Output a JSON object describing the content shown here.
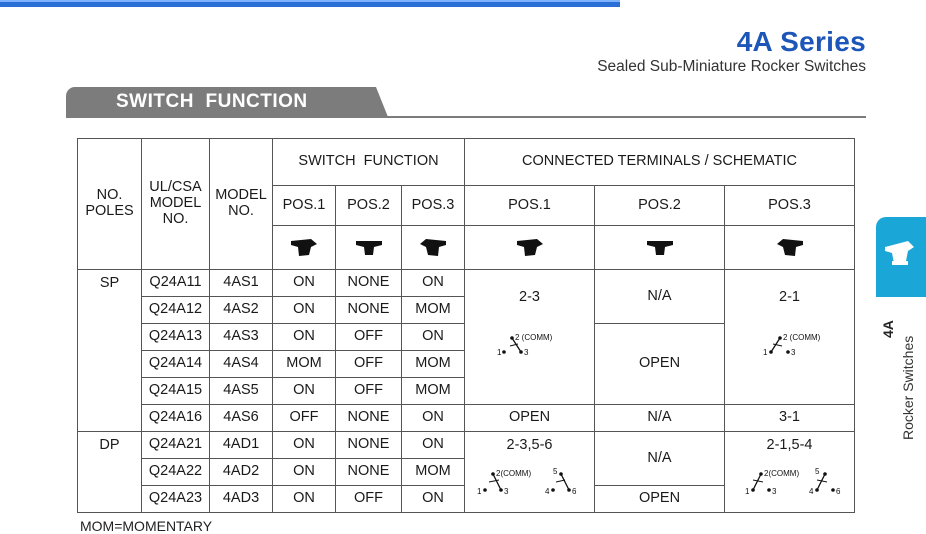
{
  "header": {
    "series_title": "4A Series",
    "subtitle": "Sealed Sub-Miniature Rocker Switches",
    "section_title": "SWITCH  FUNCTION"
  },
  "side_tab": {
    "label_bold": "4A",
    "label": "Rocker Switches",
    "icon": "rocker-switch-icon"
  },
  "table": {
    "head": {
      "no_poles": [
        "NO.",
        "POLES"
      ],
      "ul_csa": [
        "UL/CSA",
        "MODEL",
        "NO."
      ],
      "model": [
        "MODEL",
        "NO."
      ],
      "switch_function": "SWITCH  FUNCTION",
      "connected": "CONNECTED TERMINALS / SCHEMATIC",
      "pos1": "POS.1",
      "pos2": "POS.2",
      "pos3": "POS.3"
    },
    "sp": {
      "poles": "SP",
      "rows": [
        {
          "ul": "Q24A11",
          "model": "4AS1",
          "p1": "ON",
          "p2": "NONE",
          "p3": "ON"
        },
        {
          "ul": "Q24A12",
          "model": "4AS2",
          "p1": "ON",
          "p2": "NONE",
          "p3": "MOM"
        },
        {
          "ul": "Q24A13",
          "model": "4AS3",
          "p1": "ON",
          "p2": "OFF",
          "p3": "ON"
        },
        {
          "ul": "Q24A14",
          "model": "4AS4",
          "p1": "MOM",
          "p2": "OFF",
          "p3": "MOM"
        },
        {
          "ul": "Q24A15",
          "model": "4AS5",
          "p1": "ON",
          "p2": "OFF",
          "p3": "MOM"
        },
        {
          "ul": "Q24A16",
          "model": "4AS6",
          "p1": "OFF",
          "p2": "NONE",
          "p3": "ON"
        }
      ],
      "c1": "2-3",
      "c2a": "N/A",
      "c2b": "OPEN",
      "c3": "2-1",
      "c1_last": "OPEN",
      "c2_last": "N/A",
      "c3_last": "3-1"
    },
    "dp": {
      "poles": "DP",
      "rows": [
        {
          "ul": "Q24A21",
          "model": "4AD1",
          "p1": "ON",
          "p2": "NONE",
          "p3": "ON"
        },
        {
          "ul": "Q24A22",
          "model": "4AD2",
          "p1": "ON",
          "p2": "NONE",
          "p3": "MOM"
        },
        {
          "ul": "Q24A23",
          "model": "4AD3",
          "p1": "ON",
          "p2": "OFF",
          "p3": "ON"
        }
      ],
      "c1": "2-3,5-6",
      "c2a": "N/A",
      "c2b": "OPEN",
      "c3": "2-1,5-4"
    },
    "schem": {
      "t1": "1",
      "t2": "2 (COMM)",
      "t3": "3",
      "t2b": "2(COMM)",
      "t4": "4",
      "t5": "5",
      "t6": "6"
    }
  },
  "footnote": "MOM=MOMENTARY"
}
